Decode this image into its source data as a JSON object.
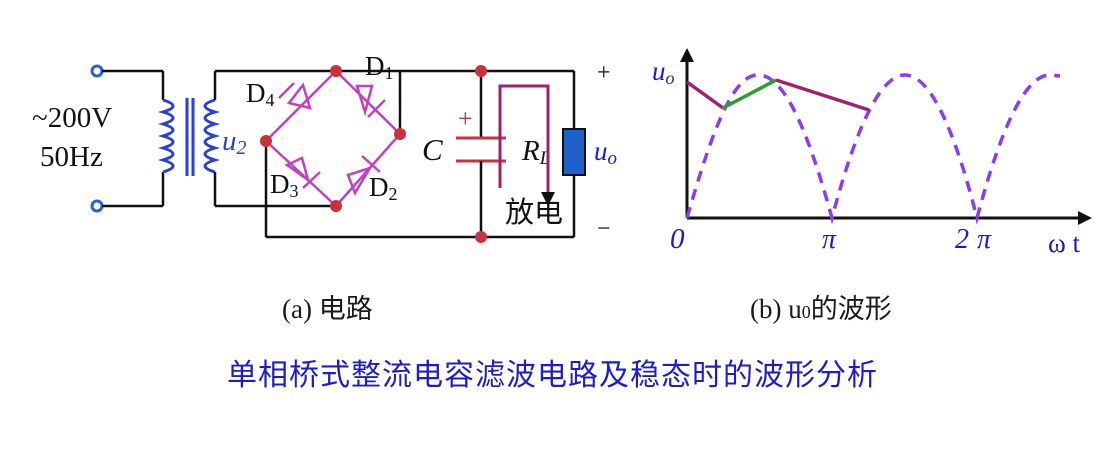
{
  "circuit": {
    "source_voltage": "~200V",
    "source_freq": "50Hz",
    "secondary_label": "u",
    "secondary_sub": "2",
    "diodes": {
      "d1": {
        "base": "D",
        "sub": "1"
      },
      "d2": {
        "base": "D",
        "sub": "2"
      },
      "d3": {
        "base": "D",
        "sub": "3"
      },
      "d4": {
        "base": "D",
        "sub": "4"
      }
    },
    "capacitor_label": "C",
    "capacitor_polarity": "+",
    "load_label": "R",
    "load_sub": "L",
    "output_label": "u",
    "output_sub": "o",
    "discharge_label": "放电",
    "plus_terminal": "+",
    "minus_terminal": "−"
  },
  "waveform": {
    "y_axis_label": "u",
    "y_axis_sub": "o",
    "origin_label": "0",
    "tick_pi": "π",
    "tick_2pi_number": "2",
    "tick_2pi_symbol": "π",
    "x_axis_label": "ω t"
  },
  "captions": {
    "a": "(a) 电路",
    "b_prefix": "(b) u",
    "b_sub": "0",
    "b_suffix": "的波形",
    "main": "单相桥式整流电容滤波电路及稳态时的波形分析"
  },
  "colors": {
    "wire": "#111111",
    "node": "#c8323c",
    "diode": "#c040c0",
    "inductor": "#2a3fd8",
    "terminal": "#2a5fd8",
    "load_fill": "#1f5fc8",
    "discharge": "#a0206e",
    "charge": "#2aa02a",
    "rectified_wave": "#8c3cf0",
    "axis_text": "#1a1acc",
    "caption_text": "#1d1dc8"
  }
}
